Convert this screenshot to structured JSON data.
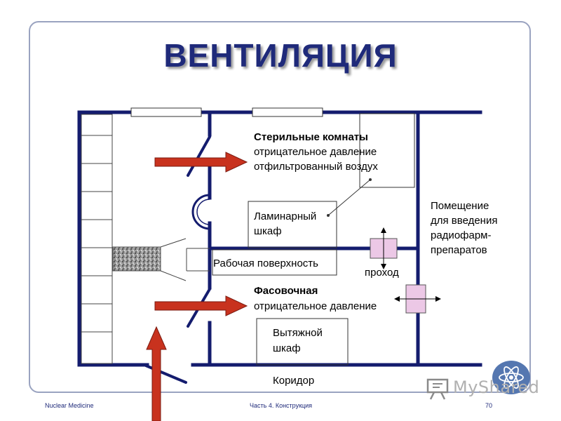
{
  "slide": {
    "title": "ВЕНТИЛЯЦИЯ",
    "footer_left": "Nuclear Medicine",
    "footer_center": "Часть 4. Конструкция",
    "page_number": "70",
    "watermark": "MyShared"
  },
  "diagram": {
    "sterile_room": {
      "title": "Стерильные комнаты",
      "line1": "отрицательное давление",
      "line2": "отфильтрованный воздух"
    },
    "laminar_cabinet": {
      "line1": "Ламинарный",
      "line2": "шкаф"
    },
    "work_surface": "Рабочая поверхность",
    "passage": "проход",
    "radiopharm_room": {
      "line1": "Помещение",
      "line2": "для введения",
      "line3": "радиофарм-",
      "line4": "препаратов"
    },
    "packing_room": {
      "title": "Фасовочная",
      "line1": "отрицательное давление"
    },
    "fume_hood": {
      "line1": "Вытяжной",
      "line2": "шкаф"
    },
    "corridor": "Коридор"
  },
  "colors": {
    "wall": "#141c6e",
    "arrow_fill": "#c8321e",
    "arrow_stroke": "#7a1a10",
    "passbox": "#ecc8e6",
    "title": "#1f2a7a"
  },
  "icons": [
    "atom-logo-icon",
    "presentation-icon",
    "airflow-arrow-icon",
    "double-arrow-icon"
  ]
}
